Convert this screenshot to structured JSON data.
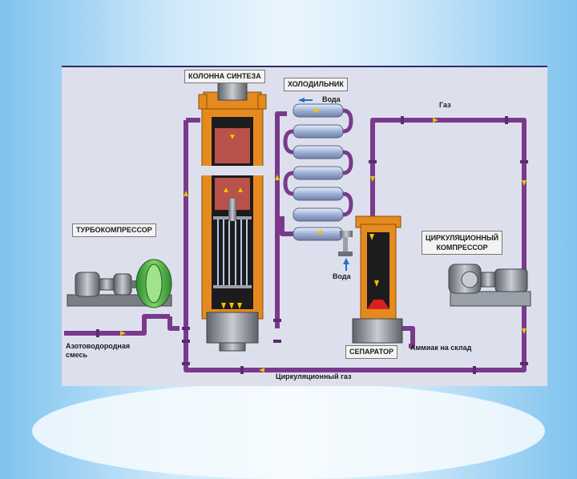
{
  "labels": {
    "column": "КОЛОННА СИНТЕЗА",
    "cooler": "ХОЛОДИЛЬНИК",
    "water_in": "Вода",
    "gas": "Газ",
    "turbo": "ТУРБОКОМПРЕССОР",
    "circ_line1": "ЦИРКУЛЯЦИОННЫЙ",
    "circ_line2": "КОМПРЕССОР",
    "water_out": "Вода",
    "mix_line1": "Азотоводородная",
    "mix_line2": "смесь",
    "separator": "СЕПАРАТОР",
    "ammonia": "Аммиак на склад",
    "circ_gas": "Циркуляционный газ"
  },
  "colors": {
    "pipe": "#7a3a8c",
    "shell": "#e58a1f",
    "metal": "#8b8f98",
    "coil": "#b9c7e6",
    "arrow": "#f2c200",
    "water_arrow": "#1f6fcf",
    "catalyst": "#b8524a"
  }
}
